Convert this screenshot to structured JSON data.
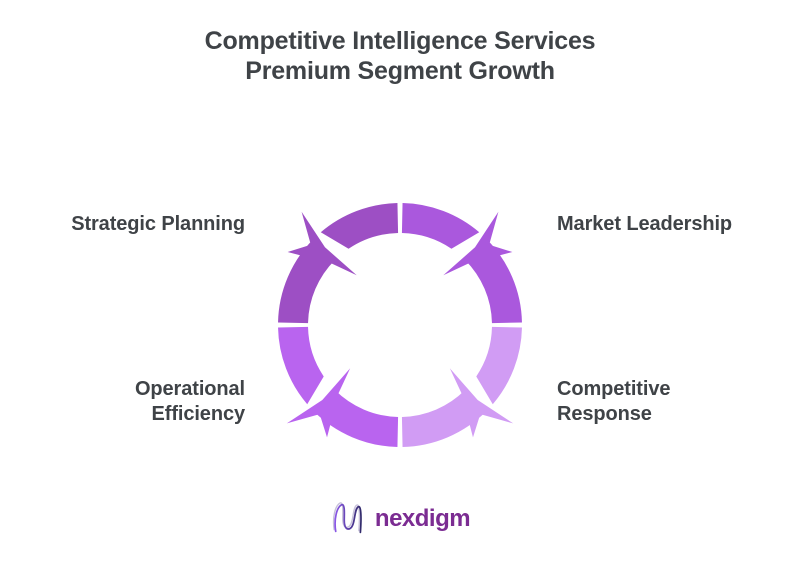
{
  "title": {
    "line1": "Competitive Intelligence Services",
    "line2": "Premium Segment Growth"
  },
  "diagram": {
    "type": "cycle-arrows-4-segments",
    "segments": [
      {
        "position": "top-left",
        "label": "Strategic Planning",
        "lines": [
          "Strategic Planning"
        ],
        "color": "#9d4fc4",
        "arrow_direction": "counterclockwise"
      },
      {
        "position": "top-right",
        "label": "Market Leadership",
        "lines": [
          "Market Leadership"
        ],
        "color": "#aa58dd",
        "arrow_direction": "clockwise"
      },
      {
        "position": "bottom-left",
        "label": "Operational Efficiency",
        "lines": [
          "Operational",
          "Efficiency"
        ],
        "color": "#b964ef",
        "arrow_direction": "counterclockwise"
      },
      {
        "position": "bottom-right",
        "label": "Competitive Response",
        "lines": [
          "Competitive",
          "Response"
        ],
        "color": "#d19cf4",
        "arrow_direction": "clockwise"
      }
    ]
  },
  "logo": {
    "text": "nexdigm",
    "mark": "n-wave-monogram"
  },
  "colors": {
    "text": "#3f4347",
    "background": "#ffffff",
    "logo_text": "#7b2c92",
    "logo_mark_start": "#8a57e8",
    "logo_mark_end": "#312a6b",
    "logo_mark_echo": "#c7c0da"
  }
}
